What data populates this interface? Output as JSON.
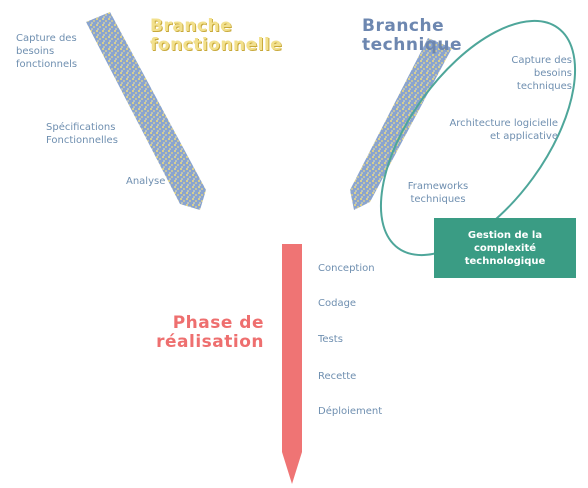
{
  "left_branch": {
    "title_line1": "Branche",
    "title_line2": "fonctionnelle",
    "items": [
      "Capture des besoins fonctionnels",
      "Spécifications Fonctionnelles",
      "Analyse"
    ]
  },
  "right_branch": {
    "title_line1": "Branche",
    "title_line2": "technique",
    "items": [
      "Capture des besoins techniques",
      "Architecture logicielle et applicative",
      "Frameworks techniques"
    ]
  },
  "tech_box_label": "Gestion de la complexité technologique",
  "phase": {
    "title_line1": "Phase de",
    "title_line2": "réalisation",
    "steps": [
      "Conception",
      "Codage",
      "Tests",
      "Recette",
      "Déploiement"
    ]
  },
  "colors": {
    "pencil_blue": "#8aa4cf",
    "pencil_yellow": "#f0dc7a",
    "phase_red": "#ef7474",
    "ellipse_teal": "#4ea69a",
    "tech_box": "#3a9c84"
  }
}
